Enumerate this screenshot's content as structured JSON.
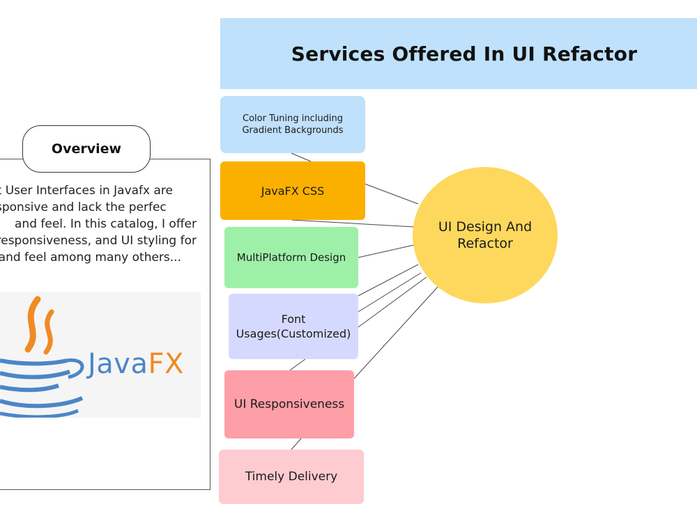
{
  "title": "Services Offered In UI Refactor",
  "overview": {
    "heading": "Overview",
    "lines": [
      "t User Interfaces in Javafx are",
      "sponsive and lack the perfec",
      "and feel. In this catalog, I offer",
      "responsiveness, and UI styling for",
      "and feel  among many others..."
    ]
  },
  "logo": {
    "java_part": "Java",
    "fx_part": "FX"
  },
  "hub": {
    "label": "UI Design And Refactor",
    "color": "#fdd85d"
  },
  "services": [
    {
      "label": "Color Tuning including Gradient Backgrounds",
      "color": "#bfe1fb"
    },
    {
      "label": "JavaFX CSS",
      "color": "#fbb000"
    },
    {
      "label": "MultiPlatform Design",
      "color": "#9ef0a8"
    },
    {
      "label": "Font Usages(Customized)",
      "color": "#d6d9fe"
    },
    {
      "label": "UI Responsiveness",
      "color": "#fe9fa8"
    },
    {
      "label": "Timely Delivery",
      "color": "#fecbd0"
    }
  ],
  "colors": {
    "title_banner": "#bfe1fb",
    "connector": "#444444",
    "javafx_blue": "#4b86c7",
    "javafx_orange": "#f08a24"
  }
}
